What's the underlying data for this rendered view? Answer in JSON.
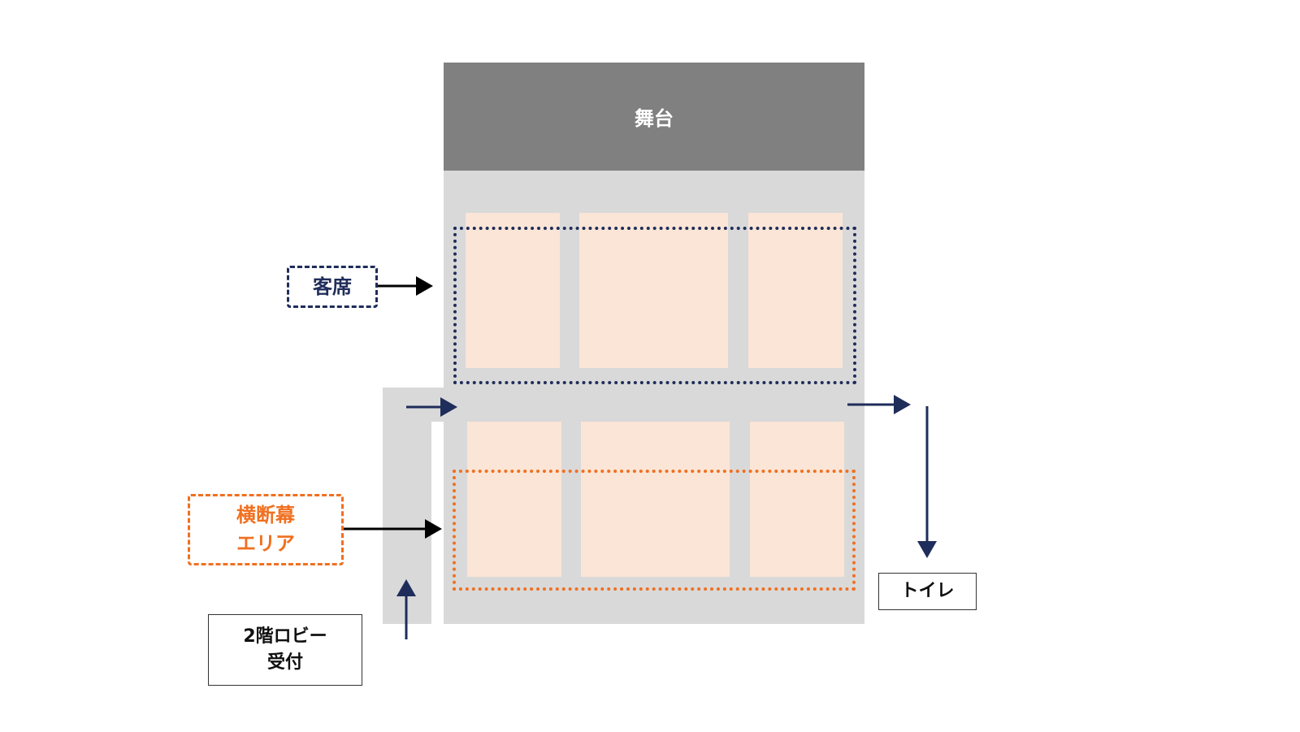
{
  "stage": {
    "label": "舞台"
  },
  "labels": {
    "seats": "客席",
    "banner_line1": "横断幕",
    "banner_line2": "エリア",
    "lobby_line1": "2階ロビー",
    "lobby_line2": "受付",
    "toilet": "トイレ"
  },
  "colors": {
    "stage": "#808080",
    "floor": "#d9d9d9",
    "seat": "#fbe5d6",
    "navy": "#1f2d5a",
    "orange": "#f07020",
    "black": "#000000"
  },
  "icons": {
    "flow_arrows": "arrow-icon"
  }
}
